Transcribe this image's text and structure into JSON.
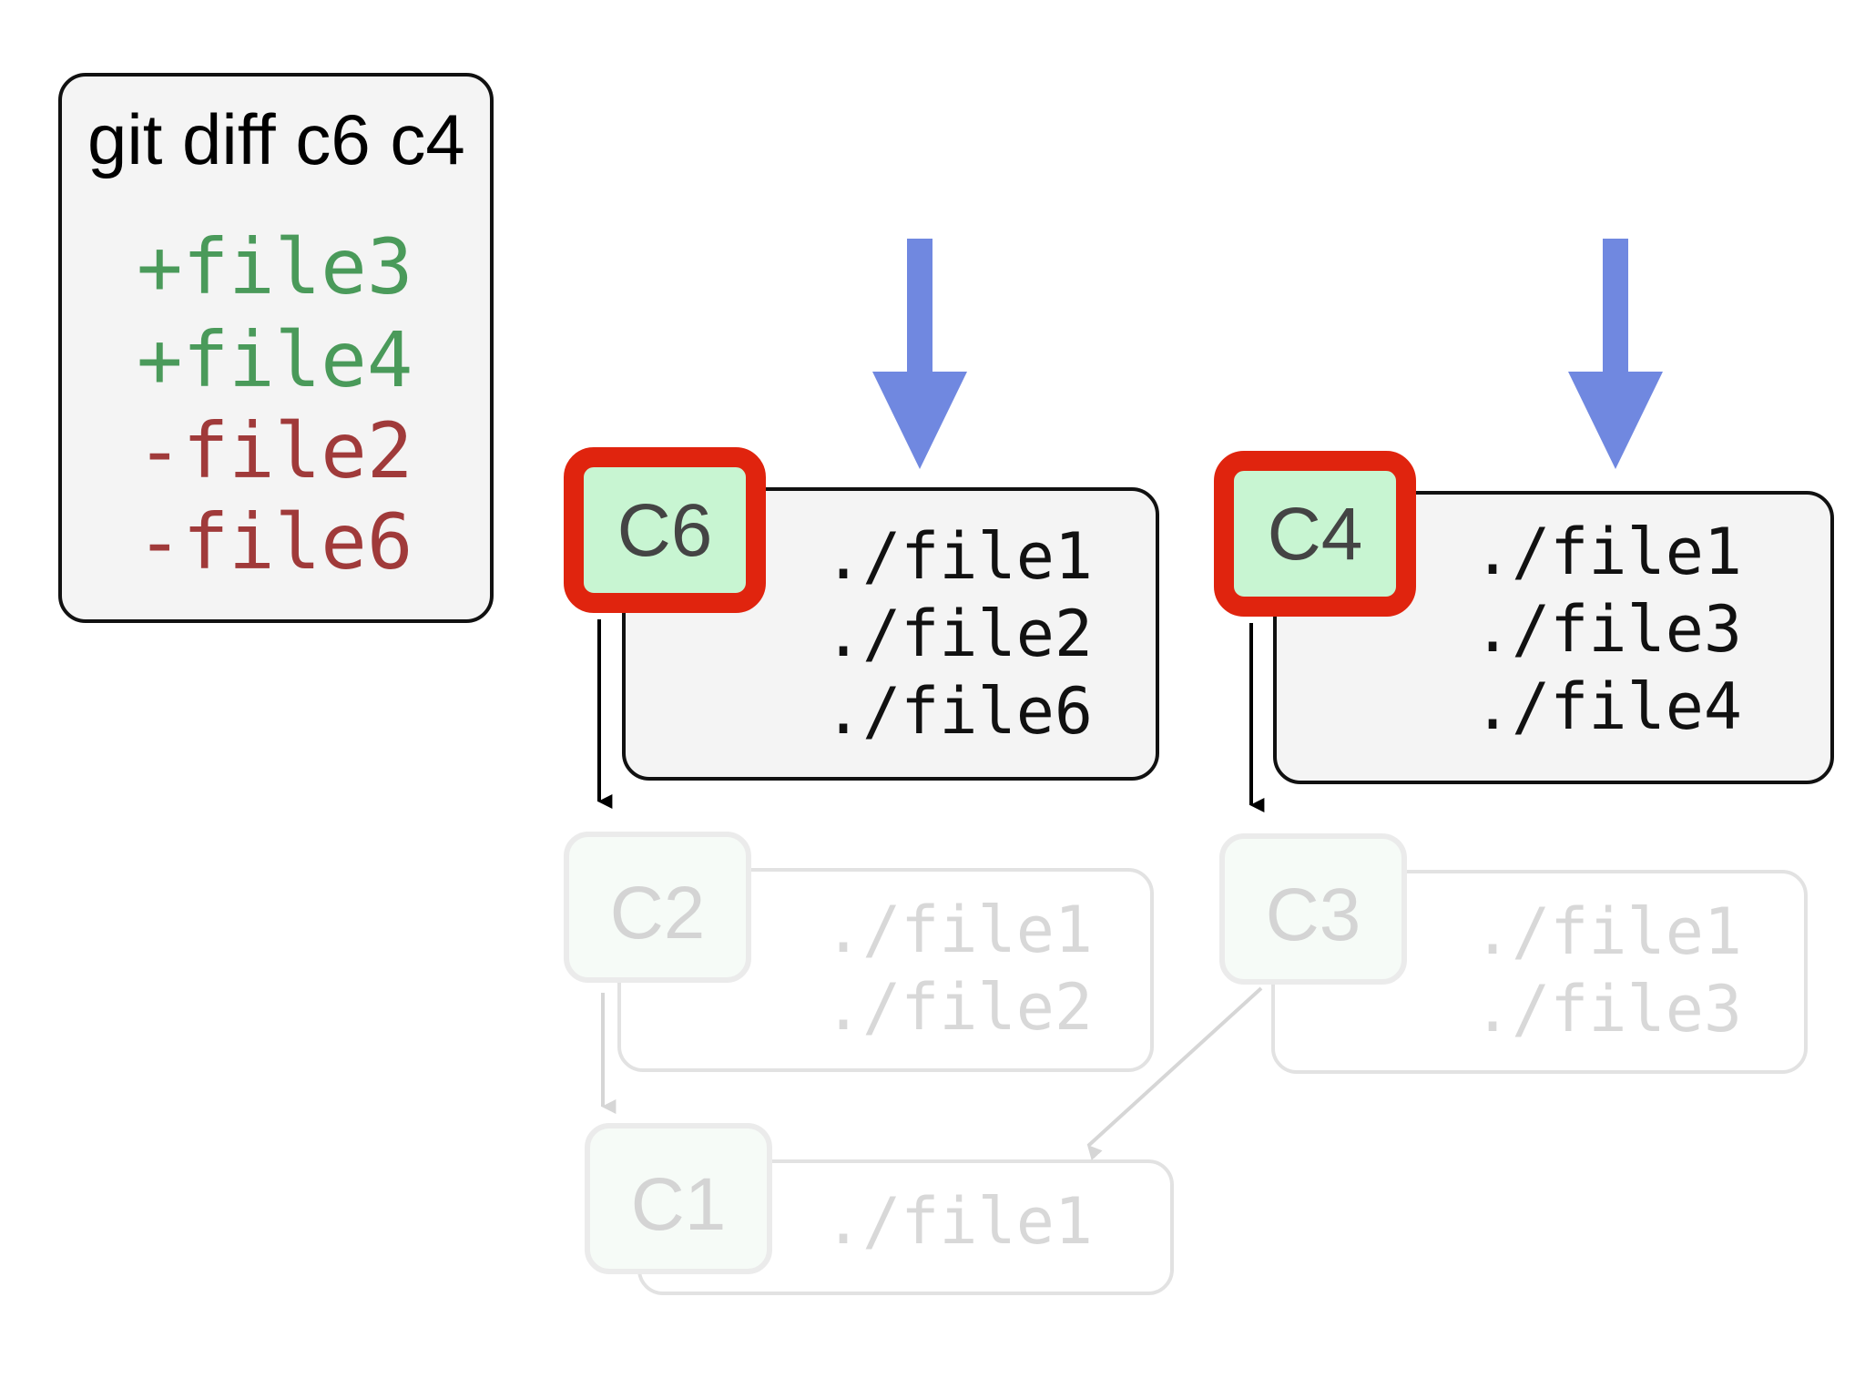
{
  "diff_panel": {
    "command": "git diff c6 c4",
    "lines": [
      {
        "text": "+file3",
        "kind": "added"
      },
      {
        "text": "+file4",
        "kind": "added"
      },
      {
        "text": "-file2",
        "kind": "removed"
      },
      {
        "text": "-file6",
        "kind": "removed"
      }
    ]
  },
  "commits": {
    "c6": {
      "label": "C6",
      "files": [
        "./file1",
        "./file2",
        "./file6"
      ]
    },
    "c4": {
      "label": "C4",
      "files": [
        "./file1",
        "./file3",
        "./file4"
      ]
    },
    "c2": {
      "label": "C2",
      "files": [
        "./file1",
        "./file2"
      ]
    },
    "c3": {
      "label": "C3",
      "files": [
        "./file1",
        "./file3"
      ]
    },
    "c1": {
      "label": "C1",
      "files": [
        "./file1"
      ]
    }
  },
  "colors": {
    "added": "#4a9a5a",
    "removed": "#a03a3a",
    "selected_border": "#e0240e",
    "commit_fill": "#c8f5d2",
    "pointer_arrow": "#7088e0"
  }
}
